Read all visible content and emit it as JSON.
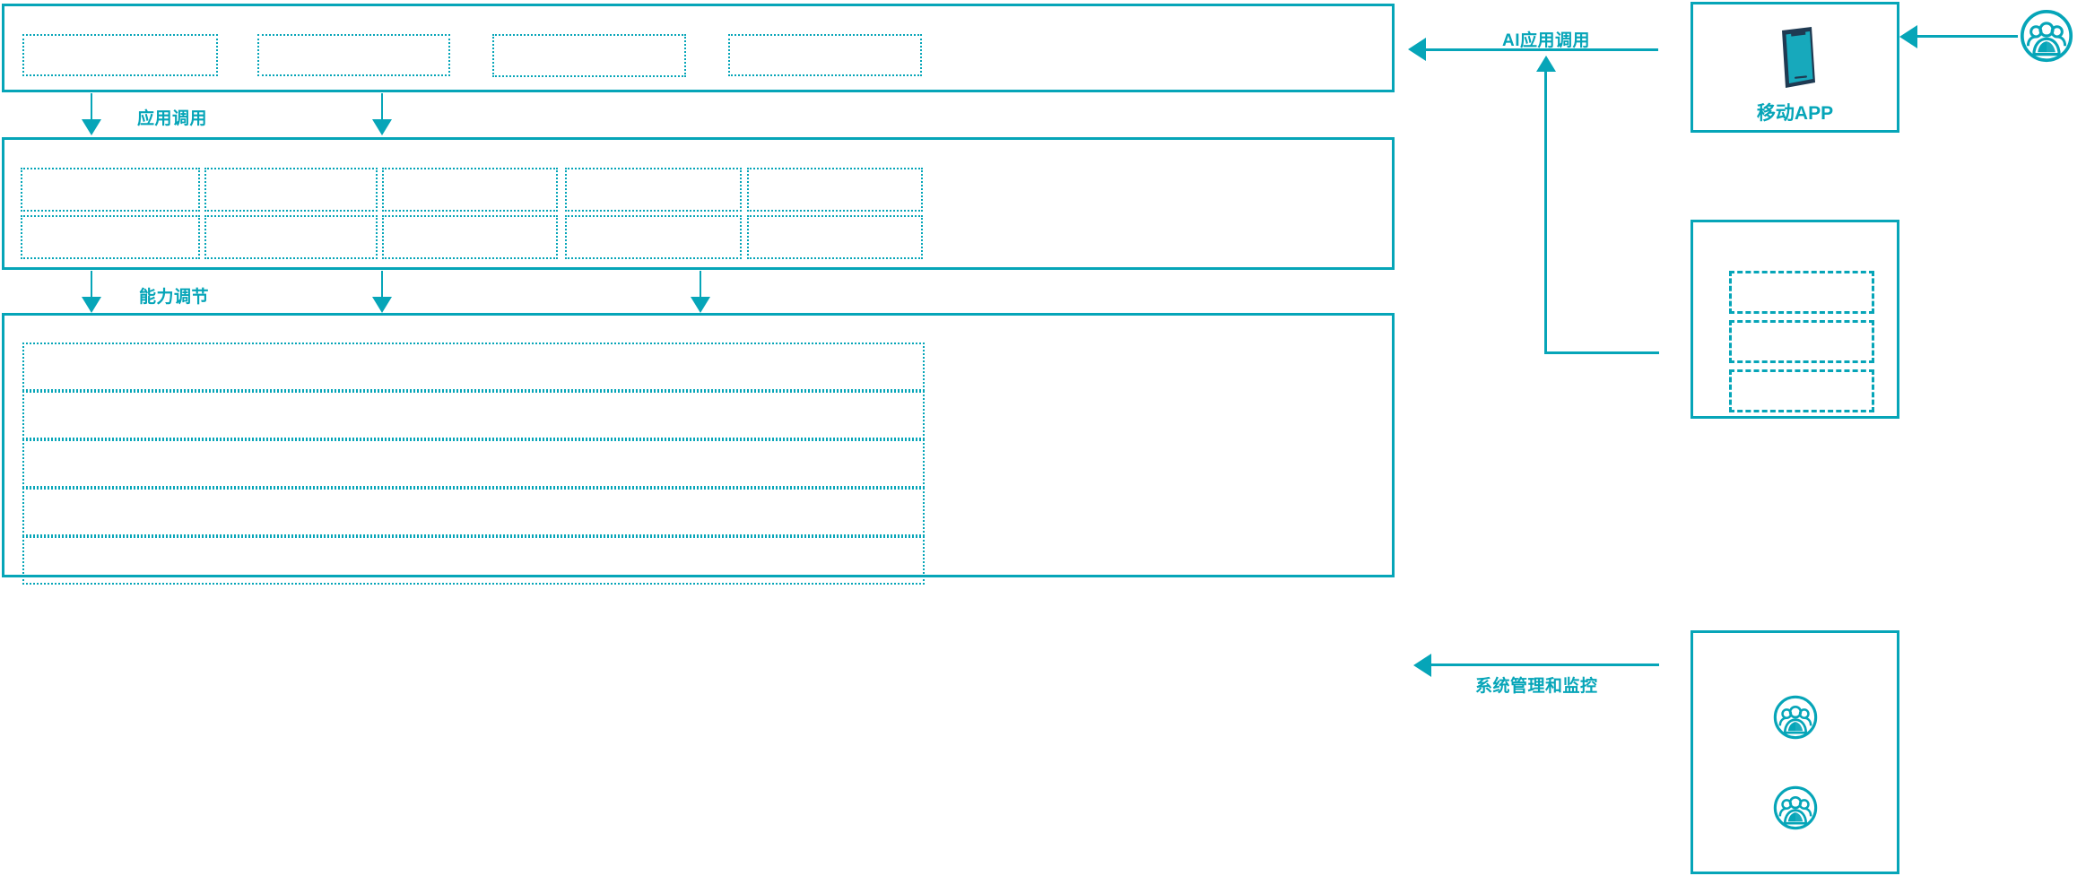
{
  "theme": {
    "accent": "#06A5B8",
    "accent_dark": "#1F3A52",
    "background": "#FFFFFF"
  },
  "layers": [
    {
      "id": "application-layer",
      "name": "application-layer-panel",
      "label": "",
      "boxes": [
        {
          "label": ""
        },
        {
          "label": ""
        },
        {
          "label": ""
        },
        {
          "label": ""
        }
      ]
    },
    {
      "id": "capability-layer",
      "name": "capability-layer-panel",
      "label": "",
      "columns": [
        {
          "top": "",
          "bottom": ""
        },
        {
          "top": "",
          "bottom": ""
        },
        {
          "top": "",
          "bottom": ""
        },
        {
          "top": "",
          "bottom": ""
        },
        {
          "top": "",
          "bottom": ""
        }
      ]
    },
    {
      "id": "infrastructure-layer",
      "name": "infrastructure-layer-panel",
      "label": "",
      "rows": [
        {
          "label": ""
        },
        {
          "label": ""
        },
        {
          "label": ""
        },
        {
          "label": ""
        },
        {
          "label": ""
        }
      ]
    }
  ],
  "connectors": [
    {
      "id": "app-invoke",
      "label": "应用调用",
      "direction": "down"
    },
    {
      "id": "capability-adjust",
      "label": "能力调节",
      "direction": "down"
    },
    {
      "id": "ai-app-invoke",
      "label": "AI应用调用",
      "direction": "left"
    },
    {
      "id": "system-manage-monitor",
      "label": "系统管理和监控",
      "direction": "left"
    }
  ],
  "actors": {
    "mobile_app": {
      "name": "mobile-app-card",
      "label": "移动APP",
      "icon": "smartphone-icon"
    },
    "external_user": {
      "name": "external-user-icon",
      "icon": "people-circle-icon",
      "label": ""
    },
    "channel_list": {
      "name": "channel-list-card",
      "label": "",
      "items": [
        {
          "label": ""
        },
        {
          "label": ""
        },
        {
          "label": ""
        }
      ]
    },
    "operators": {
      "name": "operators-card",
      "label": "",
      "icons": [
        {
          "icon": "people-circle-icon",
          "label": ""
        },
        {
          "icon": "people-circle-icon",
          "label": ""
        }
      ]
    }
  }
}
